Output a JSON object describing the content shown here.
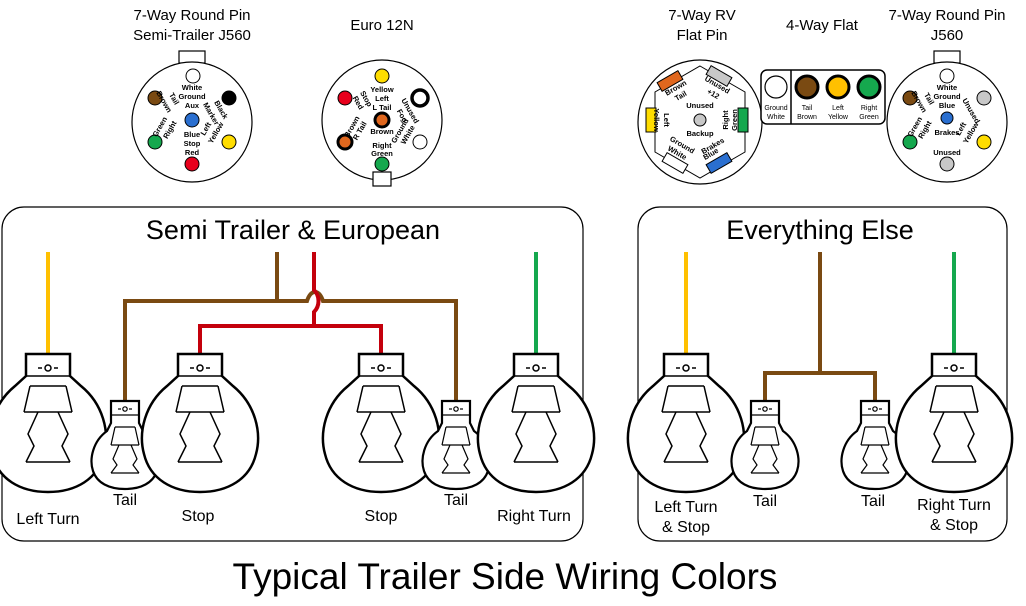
{
  "title": "Typical Trailer Side Wiring Colors",
  "colors": {
    "white": "#ffffff",
    "brown": "#7a4a12",
    "yellow": "#ffdd00",
    "yellow_wire": "#ffc000",
    "green": "#15a84e",
    "red": "#e8001c",
    "blue": "#2a6fd0",
    "black": "#000000",
    "gray": "#c8c8c8",
    "orange": "#e0671e",
    "dark_red_wire": "#c4000c"
  },
  "connectors": {
    "semi_j560": {
      "title_line1": "7-Way Round Pin",
      "title_line2": "Semi-Trailer J560",
      "labels": {
        "white": "White",
        "ground": "Ground",
        "aux": "Aux",
        "blue": "Blue",
        "stop": "Stop",
        "red": "Red",
        "brown": "Brown",
        "tail": "Tail",
        "right": "Right",
        "green": "Green",
        "black": "Black",
        "marker": "Marker",
        "left": "Left",
        "yellow": "Yellow"
      }
    },
    "euro_12n": {
      "title": "Euro 12N",
      "labels": {
        "yellow": "Yellow",
        "left": "Left",
        "l_tail": "L Tail",
        "brown": "Brown",
        "right": "Right",
        "green": "Green",
        "red": "Red",
        "stop": "Stop",
        "r_tail": "R Tail",
        "brown2": "Brown",
        "unused": "Unused",
        "fog": "Fog",
        "ground": "Ground",
        "white": "White"
      }
    },
    "rv_flat": {
      "title_line1": "7-Way RV",
      "title_line2": "Flat Pin",
      "labels": {
        "brown": "Brown",
        "tail": "Tail",
        "unused": "Unused",
        "plus12": "+12",
        "unused_center": "Unused",
        "yellow": "Yellow",
        "left": "Left",
        "right": "Right",
        "green": "Green",
        "backup": "Backup",
        "ground": "Ground",
        "white": "White",
        "brakes": "Brakes",
        "blue": "Blue"
      }
    },
    "flat4": {
      "title": "4-Way Flat",
      "pins": [
        {
          "line1": "Ground",
          "line2": "White",
          "color": "#ffffff"
        },
        {
          "line1": "Tail",
          "line2": "Brown",
          "color": "#7a4a12"
        },
        {
          "line1": "Left",
          "line2": "Yellow",
          "color": "#ffc000"
        },
        {
          "line1": "Right",
          "line2": "Green",
          "color": "#15a84e"
        }
      ]
    },
    "round_j560": {
      "title_line1": "7-Way Round Pin",
      "title_line2": "J560",
      "labels": {
        "white": "White",
        "ground": "Ground",
        "blue": "Blue",
        "brakes": "Brakes",
        "unused_bottom": "Unused",
        "brown": "Brown",
        "tail": "Tail",
        "right": "Right",
        "green": "Green",
        "unused_right": "Unused",
        "left": "Left",
        "yellow": "Yellow"
      }
    }
  },
  "panels": {
    "left": {
      "title": "Semi Trailer & European",
      "labels": {
        "left_turn": "Left Turn",
        "tail1": "Tail",
        "stop1": "Stop",
        "stop2": "Stop",
        "tail2": "Tail",
        "right_turn": "Right Turn"
      }
    },
    "right": {
      "title": "Everything Else",
      "labels": {
        "left_turn_l1": "Left Turn",
        "left_turn_l2": "& Stop",
        "tail1": "Tail",
        "tail2": "Tail",
        "right_turn_l1": "Right Turn",
        "right_turn_l2": "& Stop"
      }
    }
  }
}
